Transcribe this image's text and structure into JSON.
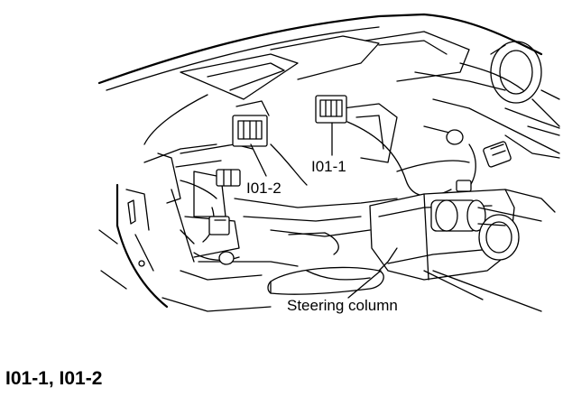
{
  "labels": {
    "connector_1": "I01-1",
    "connector_2": "I01-2",
    "steering_column": "Steering column"
  },
  "caption": "I01-1, I01-2",
  "colors": {
    "ink": "#000000",
    "background": "#ffffff"
  }
}
